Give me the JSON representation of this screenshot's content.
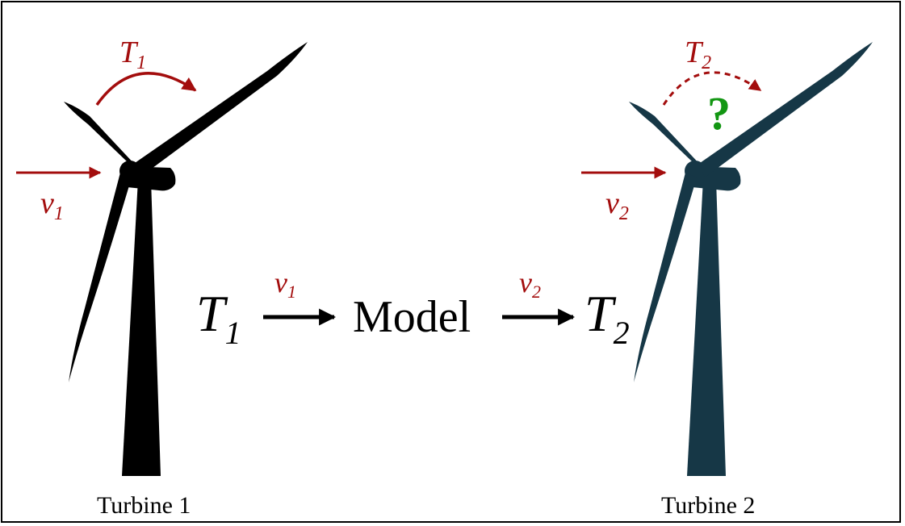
{
  "colors": {
    "turbine1": "#000000",
    "turbine2": "#163746",
    "arrow_red": "#a30d0d",
    "question_green": "#129612",
    "text_black": "#000000"
  },
  "turbine1": {
    "caption": "Turbine 1",
    "torque_symbol": "T",
    "torque_subscript": "1",
    "wind_symbol": "v",
    "wind_subscript": "1"
  },
  "turbine2": {
    "caption": "Turbine 2",
    "torque_symbol": "T",
    "torque_subscript": "2",
    "wind_symbol": "v",
    "wind_subscript": "2",
    "unknown_mark": "?"
  },
  "model_flow": {
    "input_symbol": "T",
    "input_subscript": "1",
    "arrow1_symbol": "v",
    "arrow1_subscript": "1",
    "model_label": "Model",
    "arrow2_symbol": "v",
    "arrow2_subscript": "2",
    "output_symbol": "T",
    "output_subscript": "2"
  }
}
